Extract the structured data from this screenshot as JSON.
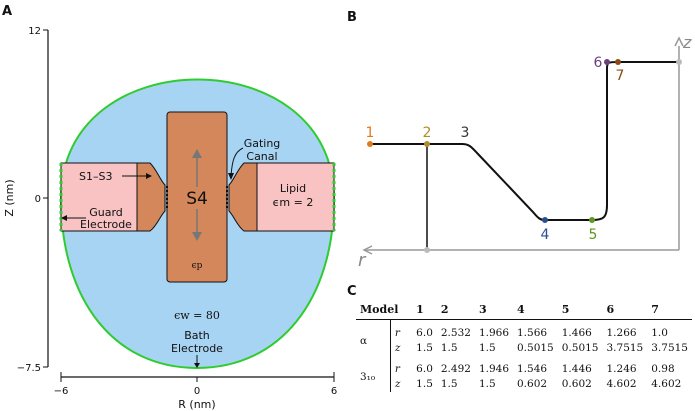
{
  "panel_a": {
    "label": "A",
    "y_axis_label": "Z (nm)",
    "x_axis_label": "R (nm)",
    "y_ticks": [
      "12",
      "0",
      "−7.5"
    ],
    "x_ticks": [
      "−6",
      "0",
      "6"
    ],
    "labels": {
      "s4": "S4",
      "s1s3": "S1–S3",
      "gating_line1": "Gating",
      "gating_line2": "Canal",
      "lipid_line1": "Lipid",
      "lipid_line2": "ϵm = 2",
      "guard_line1": "Guard",
      "guard_line2": "Electrode",
      "eps_p": "ϵp",
      "eps_w": "ϵw = 80",
      "bath_line1": "Bath",
      "bath_line2": "Electrode"
    },
    "colors": {
      "bath": "#a8d4f3",
      "boundary": "#2ecc2e",
      "protein": "#d4875a",
      "lipid": "#f8c3c2"
    }
  },
  "panel_b": {
    "label": "B",
    "axis_r": "r",
    "axis_z": "z",
    "points": [
      {
        "label": "1",
        "color": "#e07b1a"
      },
      {
        "label": "2",
        "color": "#b08d2a"
      },
      {
        "label": "3",
        "color": "#333333"
      },
      {
        "label": "4",
        "color": "#2a4f8f"
      },
      {
        "label": "5",
        "color": "#5b9a1e"
      },
      {
        "label": "6",
        "color": "#6b3f7a"
      },
      {
        "label": "7",
        "color": "#8b4a12"
      }
    ]
  },
  "panel_c": {
    "label": "C",
    "headers": [
      "Model",
      "1",
      "2",
      "3",
      "4",
      "5",
      "6",
      "7"
    ],
    "models": [
      {
        "name": "α",
        "rows": [
          {
            "sym": "r",
            "values": [
              "6.0",
              "2.532",
              "1.966",
              "1.566",
              "1.466",
              "1.266",
              "1.0"
            ]
          },
          {
            "sym": "z",
            "values": [
              "1.5",
              "1.5",
              "1.5",
              "0.5015",
              "0.5015",
              "3.7515",
              "3.7515"
            ]
          }
        ]
      },
      {
        "name": "3₁₀",
        "rows": [
          {
            "sym": "r",
            "values": [
              "6.0",
              "2.492",
              "1.946",
              "1.546",
              "1.446",
              "1.246",
              "0.98"
            ]
          },
          {
            "sym": "z",
            "values": [
              "1.5",
              "1.5",
              "1.5",
              "0.602",
              "0.602",
              "4.602",
              "4.602"
            ]
          }
        ]
      }
    ]
  }
}
